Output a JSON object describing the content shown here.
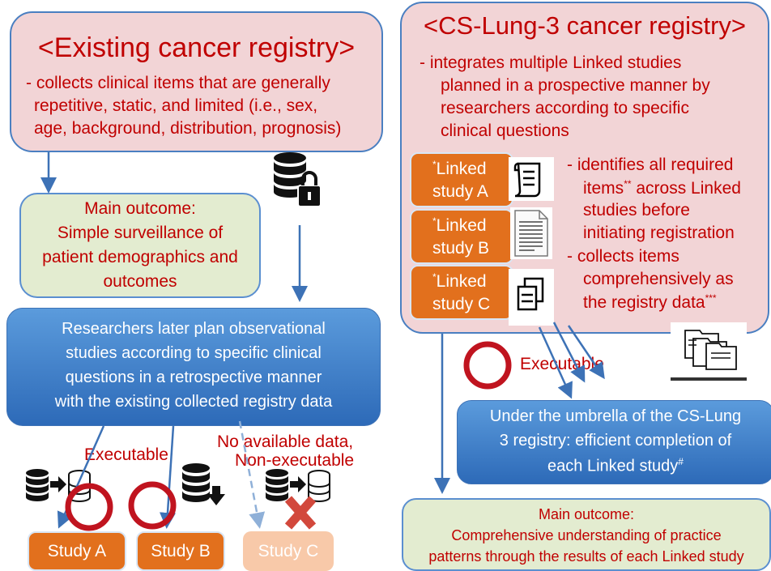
{
  "left": {
    "title": "<Existing cancer registry>",
    "desc_lines": [
      "- collects clinical items that are generally",
      "repetitive, static, and limited (i.e., sex,",
      "age, background, distribution, prognosis)"
    ],
    "outcome_lines": [
      "Main outcome:",
      "Simple surveillance of",
      "patient demographics and",
      "outcomes"
    ],
    "researchers_lines": [
      "Researchers later plan observational",
      "studies according to specific clinical",
      "questions in a retrospective manner",
      "with the existing collected registry data"
    ],
    "executable_label": "Executable",
    "no_data_lines": [
      "No available data,",
      "Non-executable"
    ],
    "studies": [
      "Study A",
      "Study B",
      "Study C"
    ]
  },
  "right": {
    "title": "<CS-Lung-3 cancer registry>",
    "desc_lines": [
      "- integrates multiple Linked studies",
      "planned in a prospective manner by",
      "researchers according to specific",
      "clinical questions"
    ],
    "linked_studies": [
      {
        "sup": "*",
        "line1": "Linked",
        "line2": "study A"
      },
      {
        "sup": "*",
        "line1": "Linked",
        "line2": "study B"
      },
      {
        "sup": "*",
        "line1": "Linked",
        "line2": "study C"
      }
    ],
    "points": {
      "p1_l1": "- identifies all required",
      "p1_l2_a": "items",
      "p1_l2_sup": "**",
      "p1_l2_b": " across Linked",
      "p1_l3": "studies before",
      "p1_l4": "initiating registration",
      "p2_l1": "- collects items",
      "p2_l2": "comprehensively as",
      "p2_l3_a": "the registry data",
      "p2_l3_sup": "***"
    },
    "executable_label": "Executable",
    "umbrella": {
      "l1": "Under the umbrella of the CS-Lung",
      "l2": "3 registry: efficient completion of",
      "l3_a": "each Linked study",
      "l3_sup": "#"
    },
    "outcome_lines": [
      "Main outcome:",
      "Comprehensive understanding of practice",
      "patterns through the results of each Linked study"
    ]
  },
  "colors": {
    "pink": "#f2d4d6",
    "green": "#e3ecd0",
    "blue": "#2d6ab8",
    "orange": "#e2701d",
    "dark_red": "#c00000",
    "arrow": "#3d72b6"
  }
}
